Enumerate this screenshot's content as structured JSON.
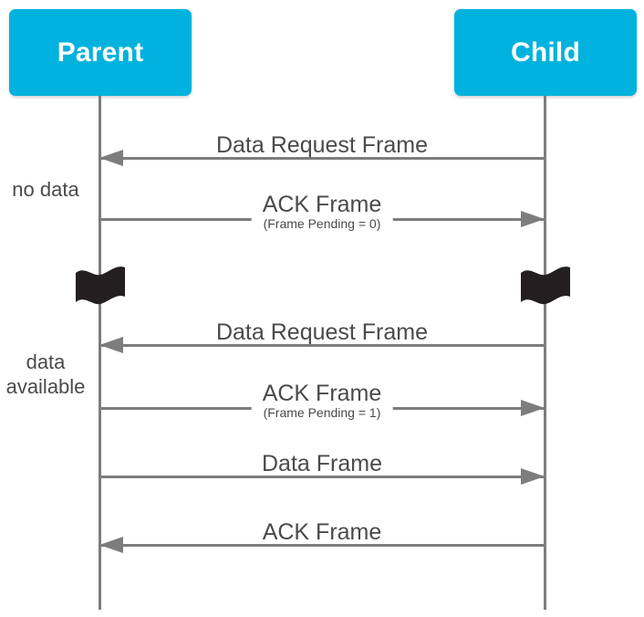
{
  "diagram": {
    "type": "sequence-diagram",
    "colors": {
      "actor_fill": "#00b2dd",
      "actor_text": "#ffffff",
      "line": "#7d7d7d",
      "label_text": "#4a4a4a",
      "break_glyph": "#231f20",
      "background": "#ffffff"
    },
    "actors": [
      {
        "id": "parent",
        "label": "Parent"
      },
      {
        "id": "child",
        "label": "Child"
      }
    ],
    "side_notes": [
      {
        "id": "no-data",
        "text": "no data"
      },
      {
        "id": "data-available",
        "text": "data\navailable"
      }
    ],
    "breaks": [
      {
        "id": "break-parent",
        "on": "parent",
        "symbol": "time-break"
      },
      {
        "id": "break-child",
        "on": "child",
        "symbol": "time-break"
      }
    ],
    "messages": [
      {
        "id": "msg-1",
        "title": "Data Request Frame",
        "subtitle": "",
        "from": "child",
        "to": "parent",
        "direction": "left"
      },
      {
        "id": "msg-2",
        "title": "ACK Frame",
        "subtitle": "(Frame Pending = 0)",
        "from": "parent",
        "to": "child",
        "direction": "right"
      },
      {
        "id": "msg-3",
        "title": "Data Request Frame",
        "subtitle": "",
        "from": "child",
        "to": "parent",
        "direction": "left"
      },
      {
        "id": "msg-4",
        "title": "ACK Frame",
        "subtitle": "(Frame Pending = 1)",
        "from": "parent",
        "to": "child",
        "direction": "right"
      },
      {
        "id": "msg-5",
        "title": "Data Frame",
        "subtitle": "",
        "from": "parent",
        "to": "child",
        "direction": "right"
      },
      {
        "id": "msg-6",
        "title": "ACK Frame",
        "subtitle": "",
        "from": "child",
        "to": "parent",
        "direction": "left"
      }
    ]
  }
}
